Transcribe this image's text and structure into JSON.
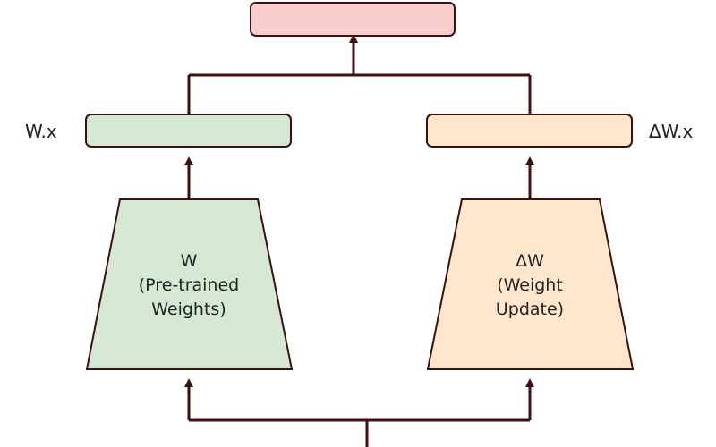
{
  "diagram": {
    "output_box": {
      "label": ""
    },
    "left_output": {
      "label": "W.x"
    },
    "right_output": {
      "label": "ΔW.x"
    },
    "left_block": {
      "line1": "W",
      "line2": "(Pre-trained",
      "line3": "Weights)"
    },
    "right_block": {
      "line1": "ΔW",
      "line2": "(Weight",
      "line3": "Update)"
    },
    "colors": {
      "stroke": "#3d1010",
      "output_fill": "#f8cecc",
      "left_fill": "#d5e8d4",
      "right_fill": "#ffe6cc"
    }
  }
}
